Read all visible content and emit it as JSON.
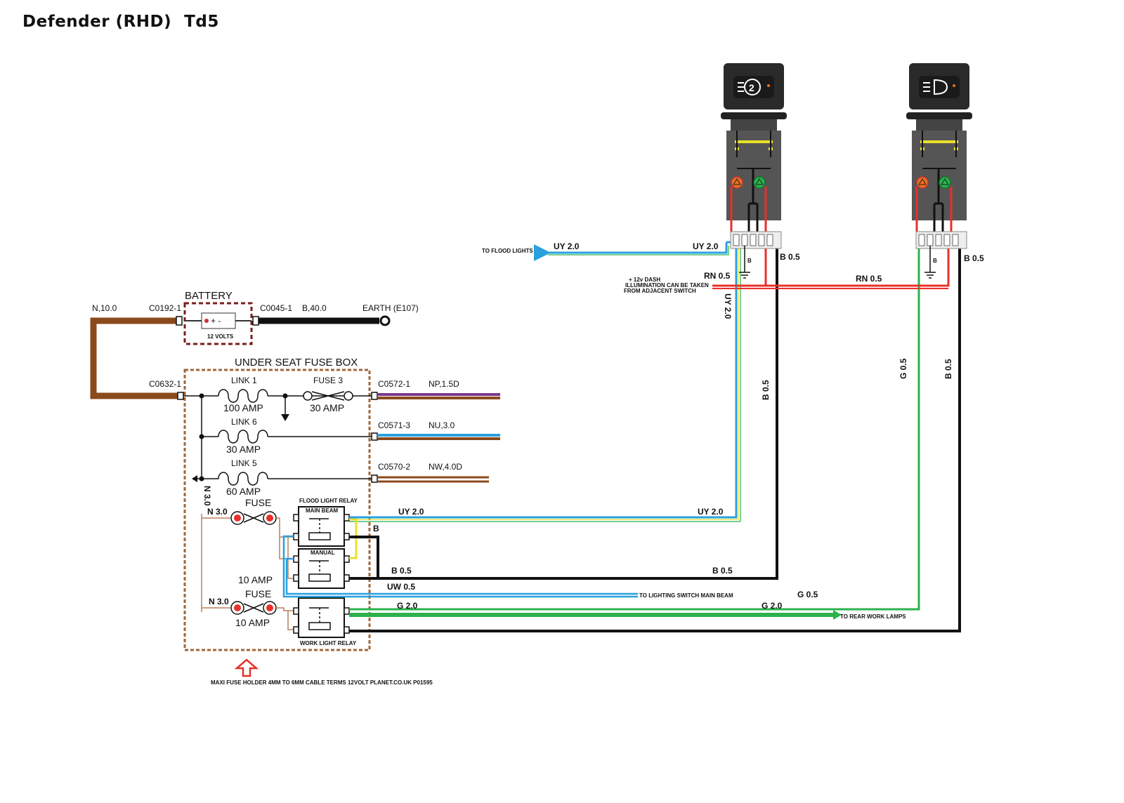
{
  "title": {
    "model": "Defender (RHD)",
    "variant": "Td5"
  },
  "battery": {
    "label": "BATTERY",
    "voltage": "12 VOLTS",
    "terminals": "+ -"
  },
  "battery_circuit": {
    "feed_wire": "N,10.0",
    "pos_connector": "C0192-1",
    "neg_connector": "C0045-1",
    "earth_wire": "B,40.0",
    "earth_point": "EARTH (E107)"
  },
  "fuse_box": {
    "title": "UNDER SEAT FUSE BOX",
    "input_connector": "C0632-1",
    "link1": {
      "name": "LINK 1",
      "rating": "100 AMP"
    },
    "fuse3": {
      "name": "FUSE 3",
      "rating": "30 AMP"
    },
    "link6": {
      "name": "LINK 6",
      "rating": "30 AMP"
    },
    "link5": {
      "name": "LINK 5",
      "rating": "60 AMP"
    },
    "bus_wire": "N 3.0",
    "outputs": [
      {
        "connector": "C0572-1",
        "wire": "NP,1.5D"
      },
      {
        "connector": "C0571-3",
        "wire": "NU,3.0"
      },
      {
        "connector": "C0570-2",
        "wire": "NW,4.0D"
      }
    ]
  },
  "flood_fuse": {
    "wire": "N 3.0",
    "label": "FUSE",
    "rating": "10  AMP"
  },
  "work_fuse": {
    "wire": "N 3.0",
    "label": "FUSE",
    "rating": "10 AMP"
  },
  "relays": {
    "flood": {
      "title": "FLOOD LIGHT RELAY",
      "section1": "MAIN BEAM",
      "section2": "MANUAL"
    },
    "work": {
      "title": "WORK LIGHT RELAY"
    }
  },
  "wires": {
    "uy_relay": "UY 2.0",
    "uy_relay_right": "UY 2.0",
    "relay_b": "B",
    "b_relay": "B 0.5",
    "b_relay_right": "B  0.5",
    "uw": "UW 0.5",
    "lighting_switch": "TO LIGHTING SWITCH MAIN BEAM",
    "g_switch": "G   0.5",
    "g_relay": "G 2.0",
    "g_relay_right": "G 2.0",
    "rear_lamps": "TO REAR WORK LAMPS",
    "flood_lights": "TO FLOOD LIGHTS",
    "uy_flood": "UY 2.0",
    "uy_switch": "UY 2.0",
    "uy_vertical": "UY 2.0",
    "b_switch1": "B 0.5",
    "b_switch2": "B 0.5",
    "b_vertical1": "B 0.5",
    "b_vertical2": "B 0.5",
    "g_vertical": "G 0.5",
    "rn_left": "RN 0.5",
    "rn_right": "RN 0.5",
    "illumination_note": [
      "+ 12v DASH",
      "ILLUMINATION CAN BE TAKEN",
      "FROM ADJACENT SWITCH"
    ]
  },
  "switches": [
    {
      "icon": "flood-light-icon",
      "symbol": "2",
      "ground": "B"
    },
    {
      "icon": "work-light-icon",
      "symbol": "",
      "ground": "B"
    }
  ],
  "footer_note": "MAXI FUSE HOLDER 4MM TO 6MM CABLE  TERMS 12VOLT PLANET.CO.UK  P01595",
  "colors": {
    "brown": "#8B4A1C",
    "black": "#111111",
    "red": "#E8302A",
    "green": "#2BB24C",
    "blue": "#29A0E0",
    "yellow": "#E8E02A",
    "purple": "#7A3A8A",
    "fusebox_border": "#A0673A",
    "battery_border": "#7A1E1E",
    "switch_body": "#555555"
  }
}
